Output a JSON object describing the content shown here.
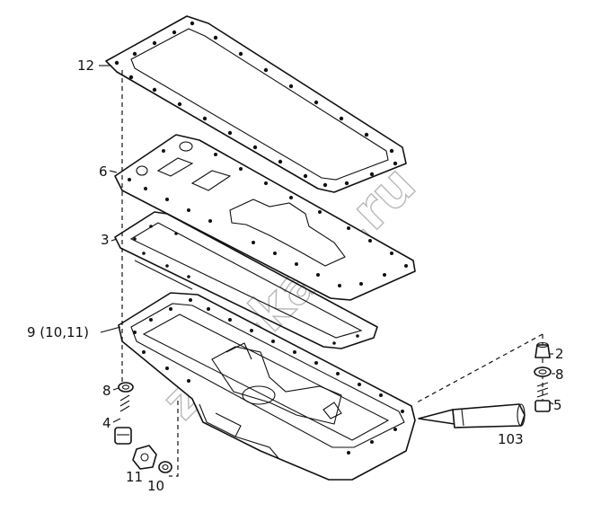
{
  "diagram": {
    "callouts": [
      {
        "id": "12",
        "text": "12"
      },
      {
        "id": "6",
        "text": "6"
      },
      {
        "id": "3",
        "text": "3"
      },
      {
        "id": "9",
        "text": "9 (10,11)"
      },
      {
        "id": "8a",
        "text": "8"
      },
      {
        "id": "4",
        "text": "4"
      },
      {
        "id": "11",
        "text": "11"
      },
      {
        "id": "10",
        "text": "10"
      },
      {
        "id": "2",
        "text": "2"
      },
      {
        "id": "8b",
        "text": "8"
      },
      {
        "id": "5",
        "text": "5"
      },
      {
        "id": "103",
        "text": "103"
      }
    ],
    "watermark": "zap-kam.ru"
  }
}
